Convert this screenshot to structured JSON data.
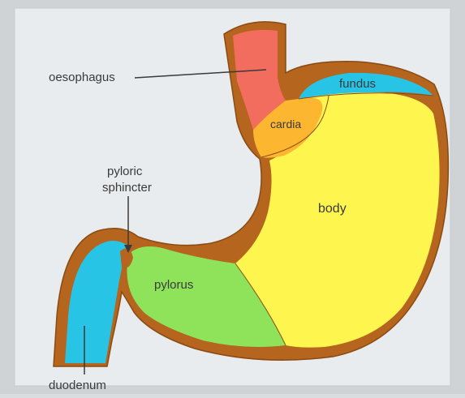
{
  "diagram": {
    "labels": {
      "oesophagus": "oesophagus",
      "fundus": "fundus",
      "cardia": "cardia",
      "body": "body",
      "pyloric_sphincter_line1": "pyloric",
      "pyloric_sphincter_line2": "sphincter",
      "pylorus": "pylorus",
      "duodenum": "duodenum"
    },
    "colors": {
      "wall": "#b5651d",
      "oesophagus": "#f36d5f",
      "cardia": "#fdb62f",
      "fundus": "#27c4e6",
      "body": "#fff54f",
      "pylorus": "#8ee35b",
      "duodenum": "#27c4e6",
      "background": "#e8ecee"
    }
  }
}
